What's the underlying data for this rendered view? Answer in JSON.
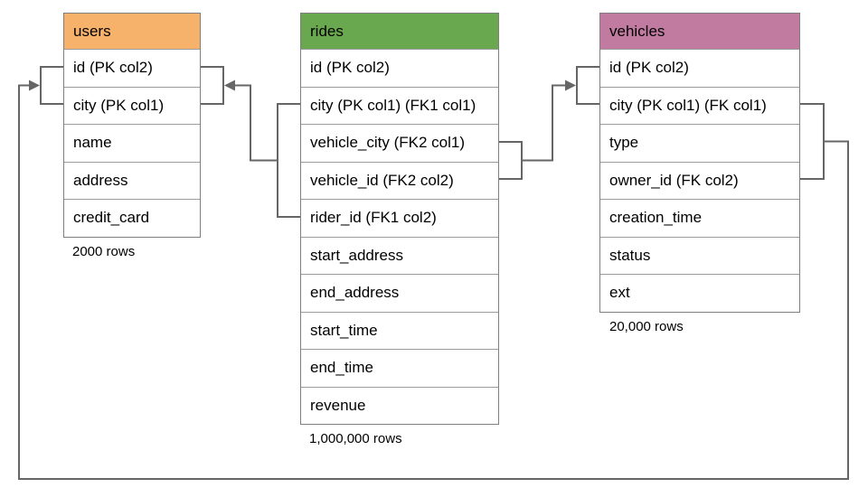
{
  "diagram": {
    "background_color": "#ffffff",
    "connector_color": "#666666",
    "border_color": "#9b9b9b"
  },
  "tables": {
    "users": {
      "name": "users",
      "header_color": "#F6B26B",
      "columns": [
        "id (PK col2)",
        "city (PK col1)",
        "name",
        "address",
        "credit_card"
      ],
      "row_count_label": "2000 rows"
    },
    "rides": {
      "name": "rides",
      "header_color": "#6AA84F",
      "columns": [
        "id (PK col2)",
        "city (PK col1) (FK1 col1)",
        "vehicle_city (FK2 col1)",
        "vehicle_id (FK2 col2)",
        "rider_id (FK1 col2)",
        "start_address",
        "end_address",
        "start_time",
        "end_time",
        "revenue"
      ],
      "row_count_label": "1,000,000 rows"
    },
    "vehicles": {
      "name": "vehicles",
      "header_color": "#C27BA0",
      "columns": [
        "id (PK col2)",
        "city (PK col1) (FK col1)",
        "type",
        "owner_id (FK col2)",
        "creation_time",
        "status",
        "ext"
      ],
      "row_count_label": "20,000 rows"
    }
  },
  "relationships": [
    {
      "name": "FK1",
      "from_table": "rides",
      "from_columns": [
        "city (FK1 col1)",
        "rider_id (FK1 col2)"
      ],
      "to_table": "users",
      "to_columns": [
        "city (PK col1)",
        "id (PK col2)"
      ]
    },
    {
      "name": "FK2",
      "from_table": "rides",
      "from_columns": [
        "vehicle_city (FK2 col1)",
        "vehicle_id (FK2 col2)"
      ],
      "to_table": "vehicles",
      "to_columns": [
        "city (PK col1)",
        "id (PK col2)"
      ]
    },
    {
      "name": "FK",
      "from_table": "vehicles",
      "from_columns": [
        "city (FK col1)",
        "owner_id (FK col2)"
      ],
      "to_table": "users",
      "to_columns": [
        "city (PK col1)",
        "id (PK col2)"
      ]
    }
  ]
}
